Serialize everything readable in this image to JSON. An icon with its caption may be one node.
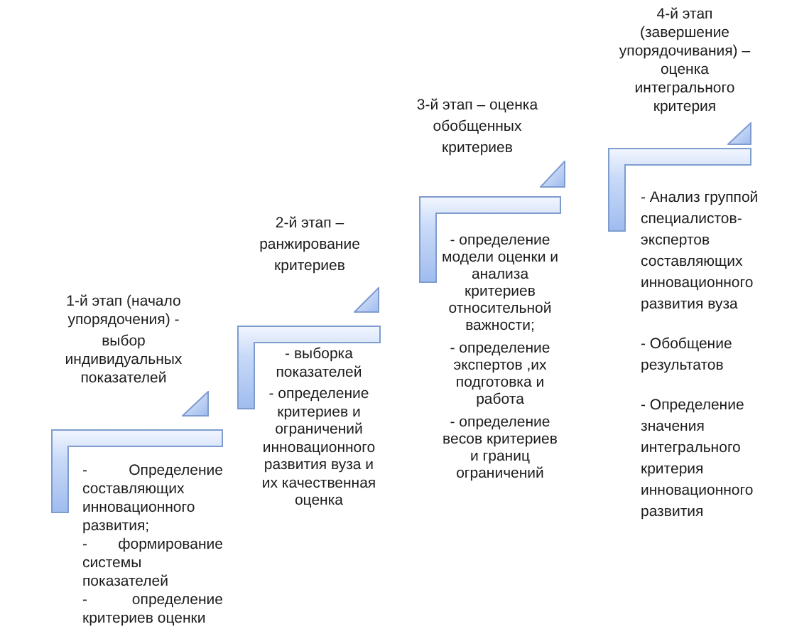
{
  "diagram": {
    "nodes": [
      {
        "text": [],
        "shape": "corner"
      },
      {
        "text": [],
        "shape": "corner"
      },
      {
        "text": [],
        "shape": "corner"
      },
      {
        "text": [],
        "shape": "corner"
      }
    ],
    "labels": [
      "1-й этап (начало упорядочения) -",
      "выбор индивидуальных показателей",
      "- Определение составляющих инновационного развития;",
      "- формирование системы показателей",
      "- определение критериев оценки",
      "2-й этап – ранжирование критериев",
      "- выборка показателей",
      "- определение критериев и ограничений инновационного развития вуза и их качественная оценка",
      "3-й этап – оценка обобщенных критериев",
      "- определение модели оценки и анализа критериев относительной важности;",
      "- определение экспертов ,их подготовка и работа",
      "- определение весов критериев и границ ограничений",
      "4-й этап (завершение упорядочивания) – оценка интегрального критерия",
      "- Анализ группой специалистов-экспертов составляющих инновационного развития вуза",
      "- Обобщение результатов",
      "- Определение значения интегрального критерия инновационного развития"
    ]
  }
}
